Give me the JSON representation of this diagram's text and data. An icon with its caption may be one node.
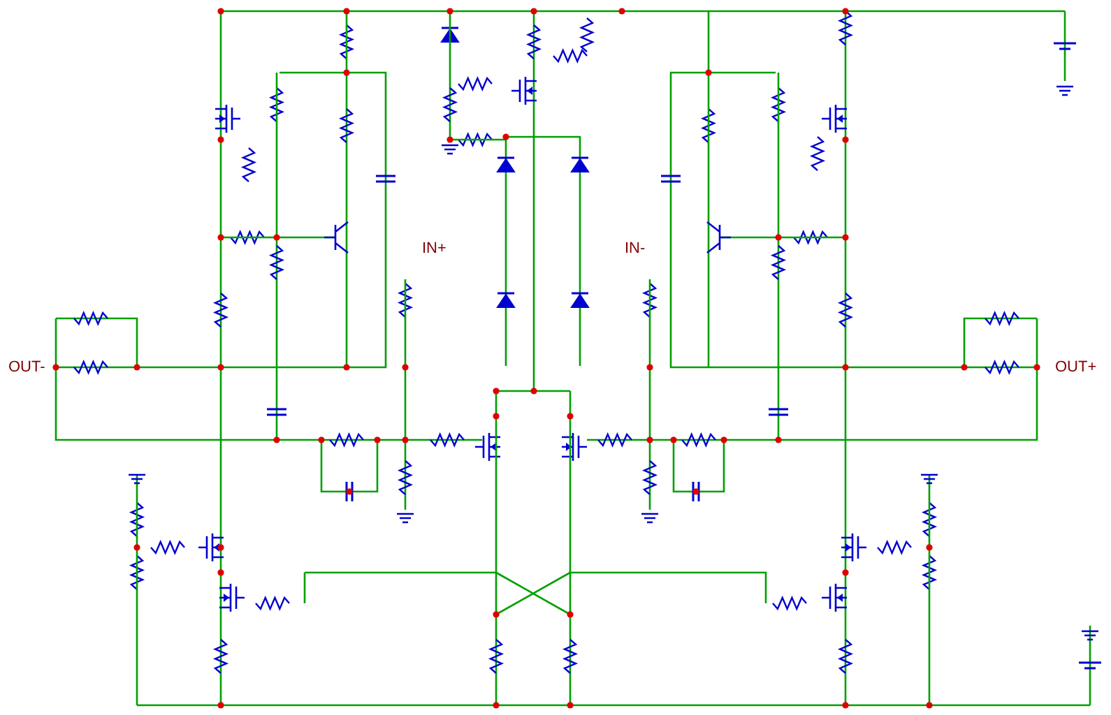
{
  "diagram": {
    "labels": [
      "IN+",
      "IN-",
      "OUT-",
      "OUT+"
    ]
  }
}
